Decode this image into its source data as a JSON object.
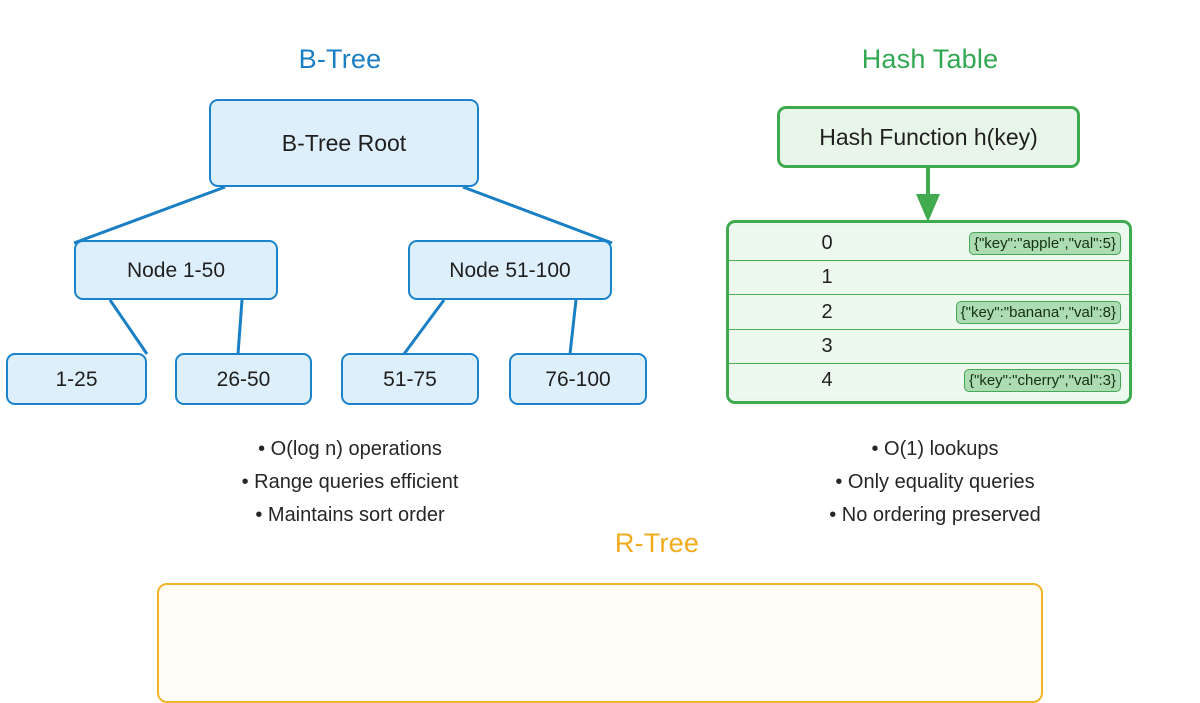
{
  "sections": {
    "btree": {
      "title": "B-Tree",
      "color": "#1a7fc4",
      "root": "B-Tree Root",
      "mid": [
        "Node 1-50",
        "Node 51-100"
      ],
      "leaves": [
        "1-25",
        "26-50",
        "51-75",
        "76-100"
      ],
      "bullets": [
        "• O(log n) operations",
        "• Range queries efficient",
        "• Maintains sort order"
      ]
    },
    "hash": {
      "title": "Hash Table",
      "color": "#33a852",
      "function_box": "Hash Function h(key)",
      "buckets": [
        {
          "index": "0",
          "value": "{\"key\":\"apple\",\"val\":5}"
        },
        {
          "index": "1",
          "value": ""
        },
        {
          "index": "2",
          "value": "{\"key\":\"banana\",\"val\":8}"
        },
        {
          "index": "3",
          "value": ""
        },
        {
          "index": "4",
          "value": "{\"key\":\"cherry\",\"val\":3}"
        }
      ],
      "bullets": [
        "• O(1) lookups",
        "• Only equality queries",
        "• No ordering preserved"
      ]
    },
    "rtree": {
      "title": "R-Tree",
      "color": "#f0ab1e"
    }
  }
}
